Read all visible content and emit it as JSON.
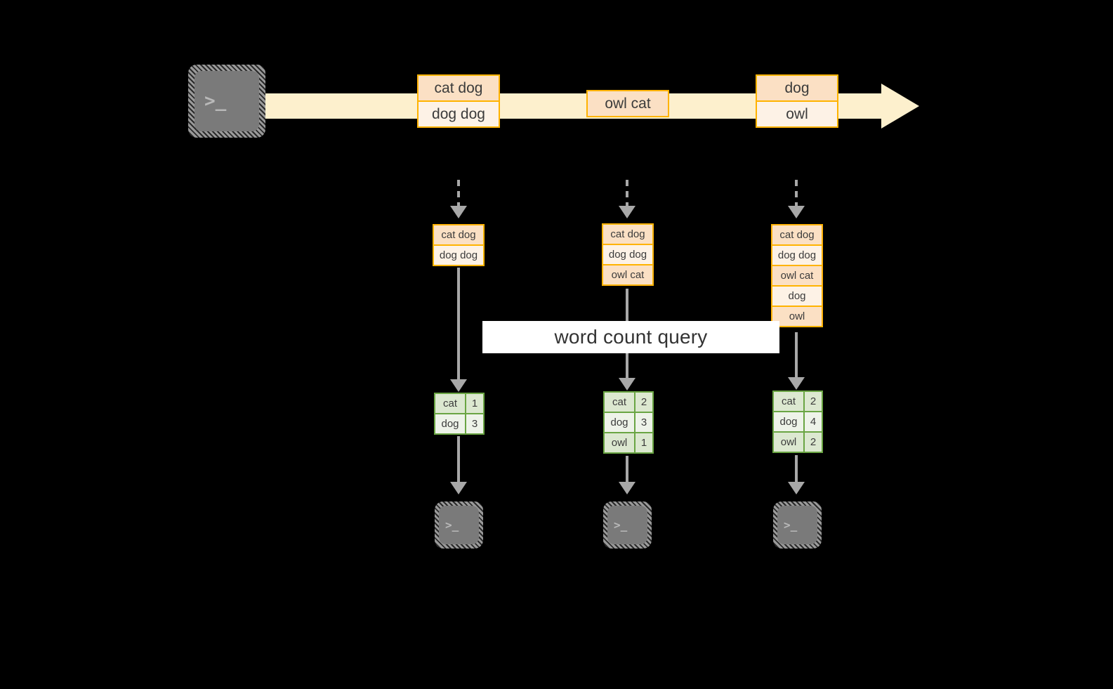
{
  "diagram": {
    "title": "word count query",
    "banner_label": "word count query",
    "colors": {
      "background": "#000000",
      "stream_band": "#fdf0cd",
      "record_border": "#ffb300",
      "record_fill_dark": "#fbe0c4",
      "record_fill_light": "#fdf2e6",
      "result_border": "#6aa543",
      "result_fill_dark": "#dce8d0",
      "result_fill_light": "#eef3e9",
      "connector": "#a8a8a8",
      "terminal_body": "#7a7a7a",
      "banner_fill": "#ffffff"
    }
  },
  "source": {
    "icon": "terminal-icon",
    "glyph": ">_"
  },
  "stream": {
    "groups": [
      {
        "name": "group-1",
        "records": [
          {
            "text": "cat dog",
            "shade": "dark"
          },
          {
            "text": "dog dog",
            "shade": "light"
          }
        ]
      },
      {
        "name": "group-2",
        "records": [
          {
            "text": "owl cat",
            "shade": "dark"
          }
        ]
      },
      {
        "name": "group-3",
        "records": [
          {
            "text": "dog",
            "shade": "dark"
          },
          {
            "text": "owl",
            "shade": "light"
          }
        ]
      }
    ]
  },
  "snapshots": [
    {
      "name": "snapshot-1",
      "records": [
        {
          "text": "cat dog",
          "shade": "dark"
        },
        {
          "text": "dog dog",
          "shade": "light"
        }
      ],
      "result": {
        "rows": [
          {
            "word": "cat",
            "count": "1",
            "shade": "dark"
          },
          {
            "word": "dog",
            "count": "3",
            "shade": "light"
          }
        ]
      },
      "sink": {
        "icon": "terminal-icon",
        "glyph": ">_"
      }
    },
    {
      "name": "snapshot-2",
      "records": [
        {
          "text": "cat dog",
          "shade": "dark"
        },
        {
          "text": "dog dog",
          "shade": "light"
        },
        {
          "text": "owl cat",
          "shade": "dark"
        }
      ],
      "result": {
        "rows": [
          {
            "word": "cat",
            "count": "2",
            "shade": "dark"
          },
          {
            "word": "dog",
            "count": "3",
            "shade": "light"
          },
          {
            "word": "owl",
            "count": "1",
            "shade": "dark"
          }
        ]
      },
      "sink": {
        "icon": "terminal-icon",
        "glyph": ">_"
      }
    },
    {
      "name": "snapshot-3",
      "records": [
        {
          "text": "cat dog",
          "shade": "dark"
        },
        {
          "text": "dog dog",
          "shade": "light"
        },
        {
          "text": "owl cat",
          "shade": "dark"
        },
        {
          "text": "dog",
          "shade": "light"
        },
        {
          "text": "owl",
          "shade": "dark"
        }
      ],
      "result": {
        "rows": [
          {
            "word": "cat",
            "count": "2",
            "shade": "dark"
          },
          {
            "word": "dog",
            "count": "4",
            "shade": "light"
          },
          {
            "word": "owl",
            "count": "2",
            "shade": "dark"
          }
        ]
      },
      "sink": {
        "icon": "terminal-icon",
        "glyph": ">_"
      }
    }
  ]
}
